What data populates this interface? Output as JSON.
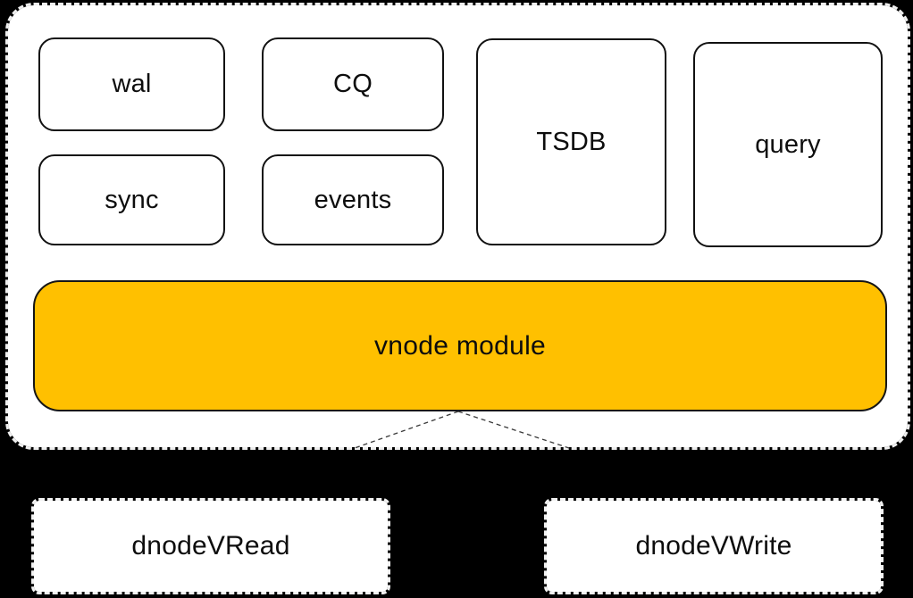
{
  "colors": {
    "background": "#000000",
    "panel_fill": "#ffffff",
    "module_border": "#111111",
    "vnode_fill": "#ffc000",
    "text": "#0d0d0d"
  },
  "panel": {
    "modules": {
      "wal": {
        "label": "wal"
      },
      "cq": {
        "label": "CQ"
      },
      "sync": {
        "label": "sync"
      },
      "events": {
        "label": "events"
      },
      "tsdb": {
        "label": "TSDB"
      },
      "query": {
        "label": "query"
      }
    },
    "vnode": {
      "label": "vnode module"
    }
  },
  "dnodes": {
    "read": {
      "label": "dnodeVRead"
    },
    "write": {
      "label": "dnodeVWrite"
    }
  }
}
